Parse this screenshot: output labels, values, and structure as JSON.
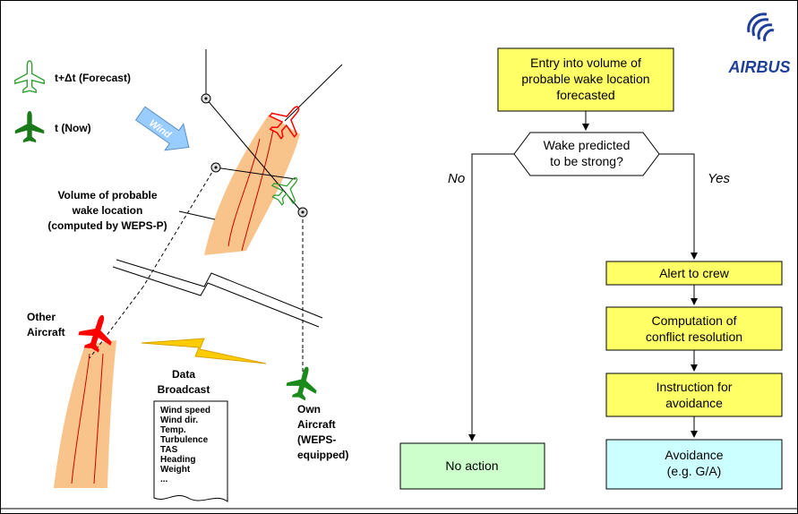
{
  "brand": {
    "name": "AIRBUS"
  },
  "legend": {
    "forecast_label": "t+Δt (Forecast)",
    "now_label": "t (Now)"
  },
  "left_panel": {
    "wind_label": "Wind",
    "volume_label_lines": [
      "Volume of probable",
      "wake location",
      "(computed by WEPS-P)"
    ],
    "other_aircraft_lines": [
      "Other",
      "Aircraft"
    ],
    "data_broadcast_lines": [
      "Data",
      "Broadcast"
    ],
    "own_aircraft_lines": [
      "Own",
      "Aircraft",
      "(WEPS-",
      "equipped)"
    ],
    "broadcast_items": [
      "Wind speed",
      "Wind dir.",
      "Temp.",
      "Turbulence",
      "TAS",
      "Heading",
      "Weight",
      "..."
    ]
  },
  "flowchart": {
    "entry_lines": [
      "Entry into volume of",
      "probable wake location",
      "forecasted"
    ],
    "decision_lines": [
      "Wake predicted",
      "to be strong?"
    ],
    "no_label": "No",
    "yes_label": "Yes",
    "alert": "Alert to crew",
    "computation_lines": [
      "Computation of",
      "conflict resolution"
    ],
    "instruction_lines": [
      "Instruction for",
      "avoidance"
    ],
    "avoidance_lines": [
      "Avoidance",
      "(e.g. G/A)"
    ],
    "no_action": "No action"
  },
  "colors": {
    "flow_box_yellow": "#ffff66",
    "no_action_green": "#ccffcc",
    "avoidance_cyan": "#ccffff",
    "wake_volume_orange": "#f8c48c",
    "aircraft_red": "#ff0000",
    "aircraft_green": "#008000",
    "lightning_yellow": "#ffcc00",
    "wind_arrow_blue": "#99ccff",
    "airbus_blue": "#1f3f99"
  }
}
